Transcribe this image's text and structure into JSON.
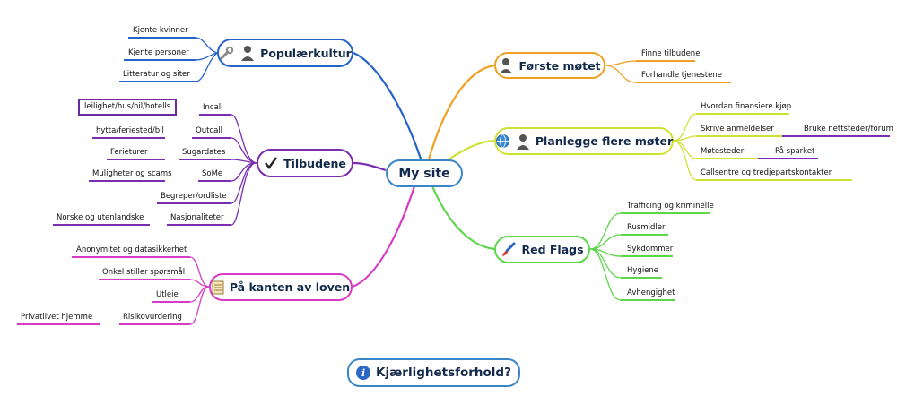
{
  "center": {
    "label": "My site"
  },
  "branches": {
    "popkultur": {
      "label": "Populærkultur",
      "color": "#2563c9",
      "icons": [
        "wrench-icon",
        "person-icon"
      ],
      "children": [
        "Kjente kvinner",
        "Kjente personer",
        "Litteratur og siter"
      ]
    },
    "tilbudene": {
      "label": "Tilbudene",
      "color": "#7a2db0",
      "icons": [
        "checkmark-icon"
      ],
      "children": [
        {
          "label": "Incall",
          "sub": [
            "leilighet/hus/bil/hotells"
          ]
        },
        {
          "label": "Outcall",
          "sub": [
            "hytta/feriested/bil"
          ]
        },
        {
          "label": "Sugardates",
          "sub": [
            "Ferieturer"
          ]
        },
        {
          "label": "SoMe",
          "sub": [
            "Muligheter og scams"
          ]
        },
        {
          "label": "Begreper/ordliste",
          "sub": []
        },
        {
          "label": "Nasjonaliteter",
          "sub": [
            "Norske og utenlandske"
          ]
        }
      ]
    },
    "kanten": {
      "label": "På kanten av loven",
      "color": "#d63cc6",
      "icons": [
        "notepad-icon"
      ],
      "children": [
        {
          "label": "Anonymitet  og datasikkerhet",
          "sub": []
        },
        {
          "label": "Onkel stiller spørsmål",
          "sub": []
        },
        {
          "label": "Utleie",
          "sub": []
        },
        {
          "label": "Risikovurdering",
          "sub": [
            "Privatlivet hjemme"
          ]
        }
      ]
    },
    "forste": {
      "label": "Første møtet",
      "color": "#f0a020",
      "icons": [
        "person-icon"
      ],
      "children": [
        "Finne tilbudene",
        "Forhandle tjenestene"
      ]
    },
    "planlegge": {
      "label": "Planlegge flere møter",
      "color": "#cfe234",
      "icons": [
        "globe-icon",
        "person-icon"
      ],
      "children": [
        {
          "label": "Hvordan finansiere kjøp",
          "sub": []
        },
        {
          "label": "Skrive anmeldelser",
          "sub": [
            "Bruke nettsteder/forum"
          ]
        },
        {
          "label": "Møtesteder",
          "sub": [
            "På sparket"
          ]
        },
        {
          "label": "Callsentre og tredjepartskontakter",
          "sub": []
        }
      ]
    },
    "redflags": {
      "label": "Red Flags",
      "color": "#5ed64a",
      "icons": [
        "brush-icon"
      ],
      "children": [
        "Trafficing og kriminelle",
        "Rusmidler",
        "Sykdommer",
        "Hygiene",
        "Avhengighet"
      ]
    }
  },
  "bottom": {
    "label": "Kjærlighetsforhold?",
    "icon": "info-icon"
  }
}
